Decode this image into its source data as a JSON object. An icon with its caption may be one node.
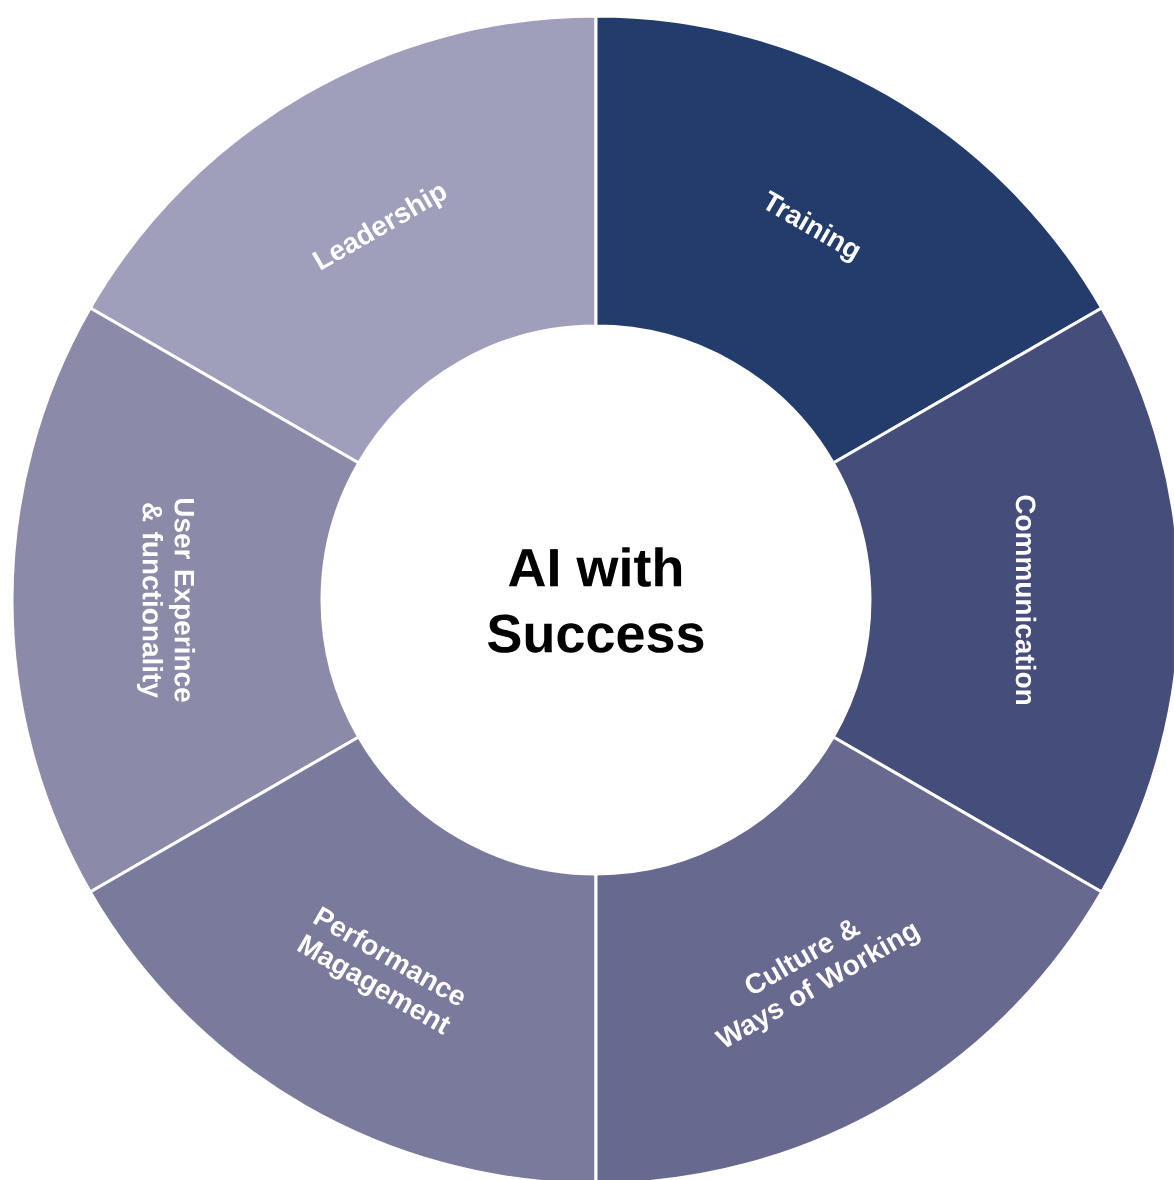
{
  "diagram": {
    "nodes": [
      {
        "text": [
          "AI with Success"
        ]
      },
      {
        "text": [
          "Leadership"
        ]
      },
      {
        "text": [
          "Training"
        ]
      },
      {
        "text": [
          "User Experince & functionality"
        ]
      },
      {
        "text": [
          "Communication"
        ]
      },
      {
        "text": [
          "Performance Magagement"
        ]
      },
      {
        "text": [
          "Culture & Ways of Working"
        ]
      }
    ]
  }
}
